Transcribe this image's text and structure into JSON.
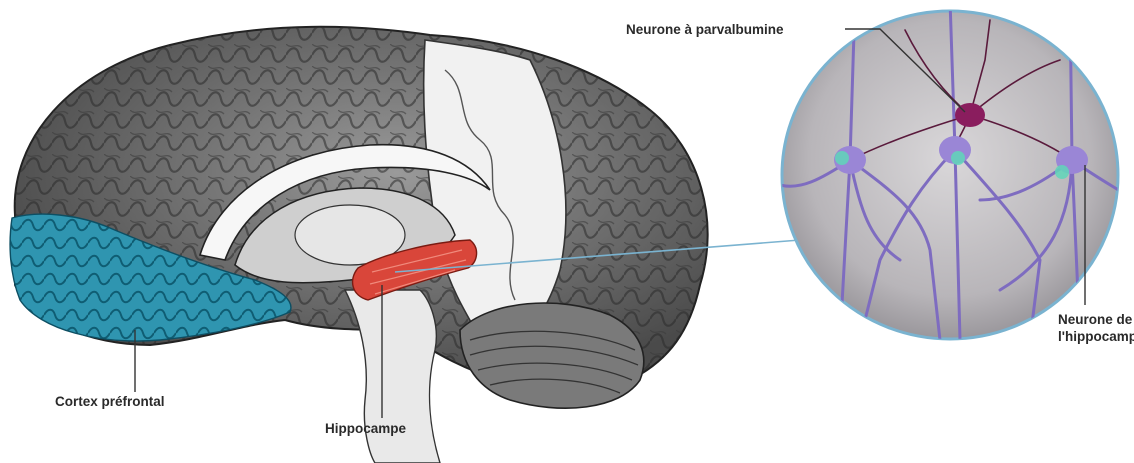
{
  "labels": {
    "parvalbumin_neuron": "Neurone à parvalbumine",
    "hippocampus_neuron": "Neurone de\nl'hippocampe",
    "prefrontal_cortex": "Cortex préfrontal",
    "hippocampus": "Hippocampe"
  },
  "colors": {
    "prefrontal_cortex": "#2f95b0",
    "hippocampus": "#d9463a",
    "parvalbumin_neuron": "#8a1d5e",
    "hippocampus_neuron": "#8e7cc9",
    "neuron_highlight": "#5fd6b8",
    "inset_border": "#7ab3d0",
    "brain_shade": "#6f6f6f"
  }
}
